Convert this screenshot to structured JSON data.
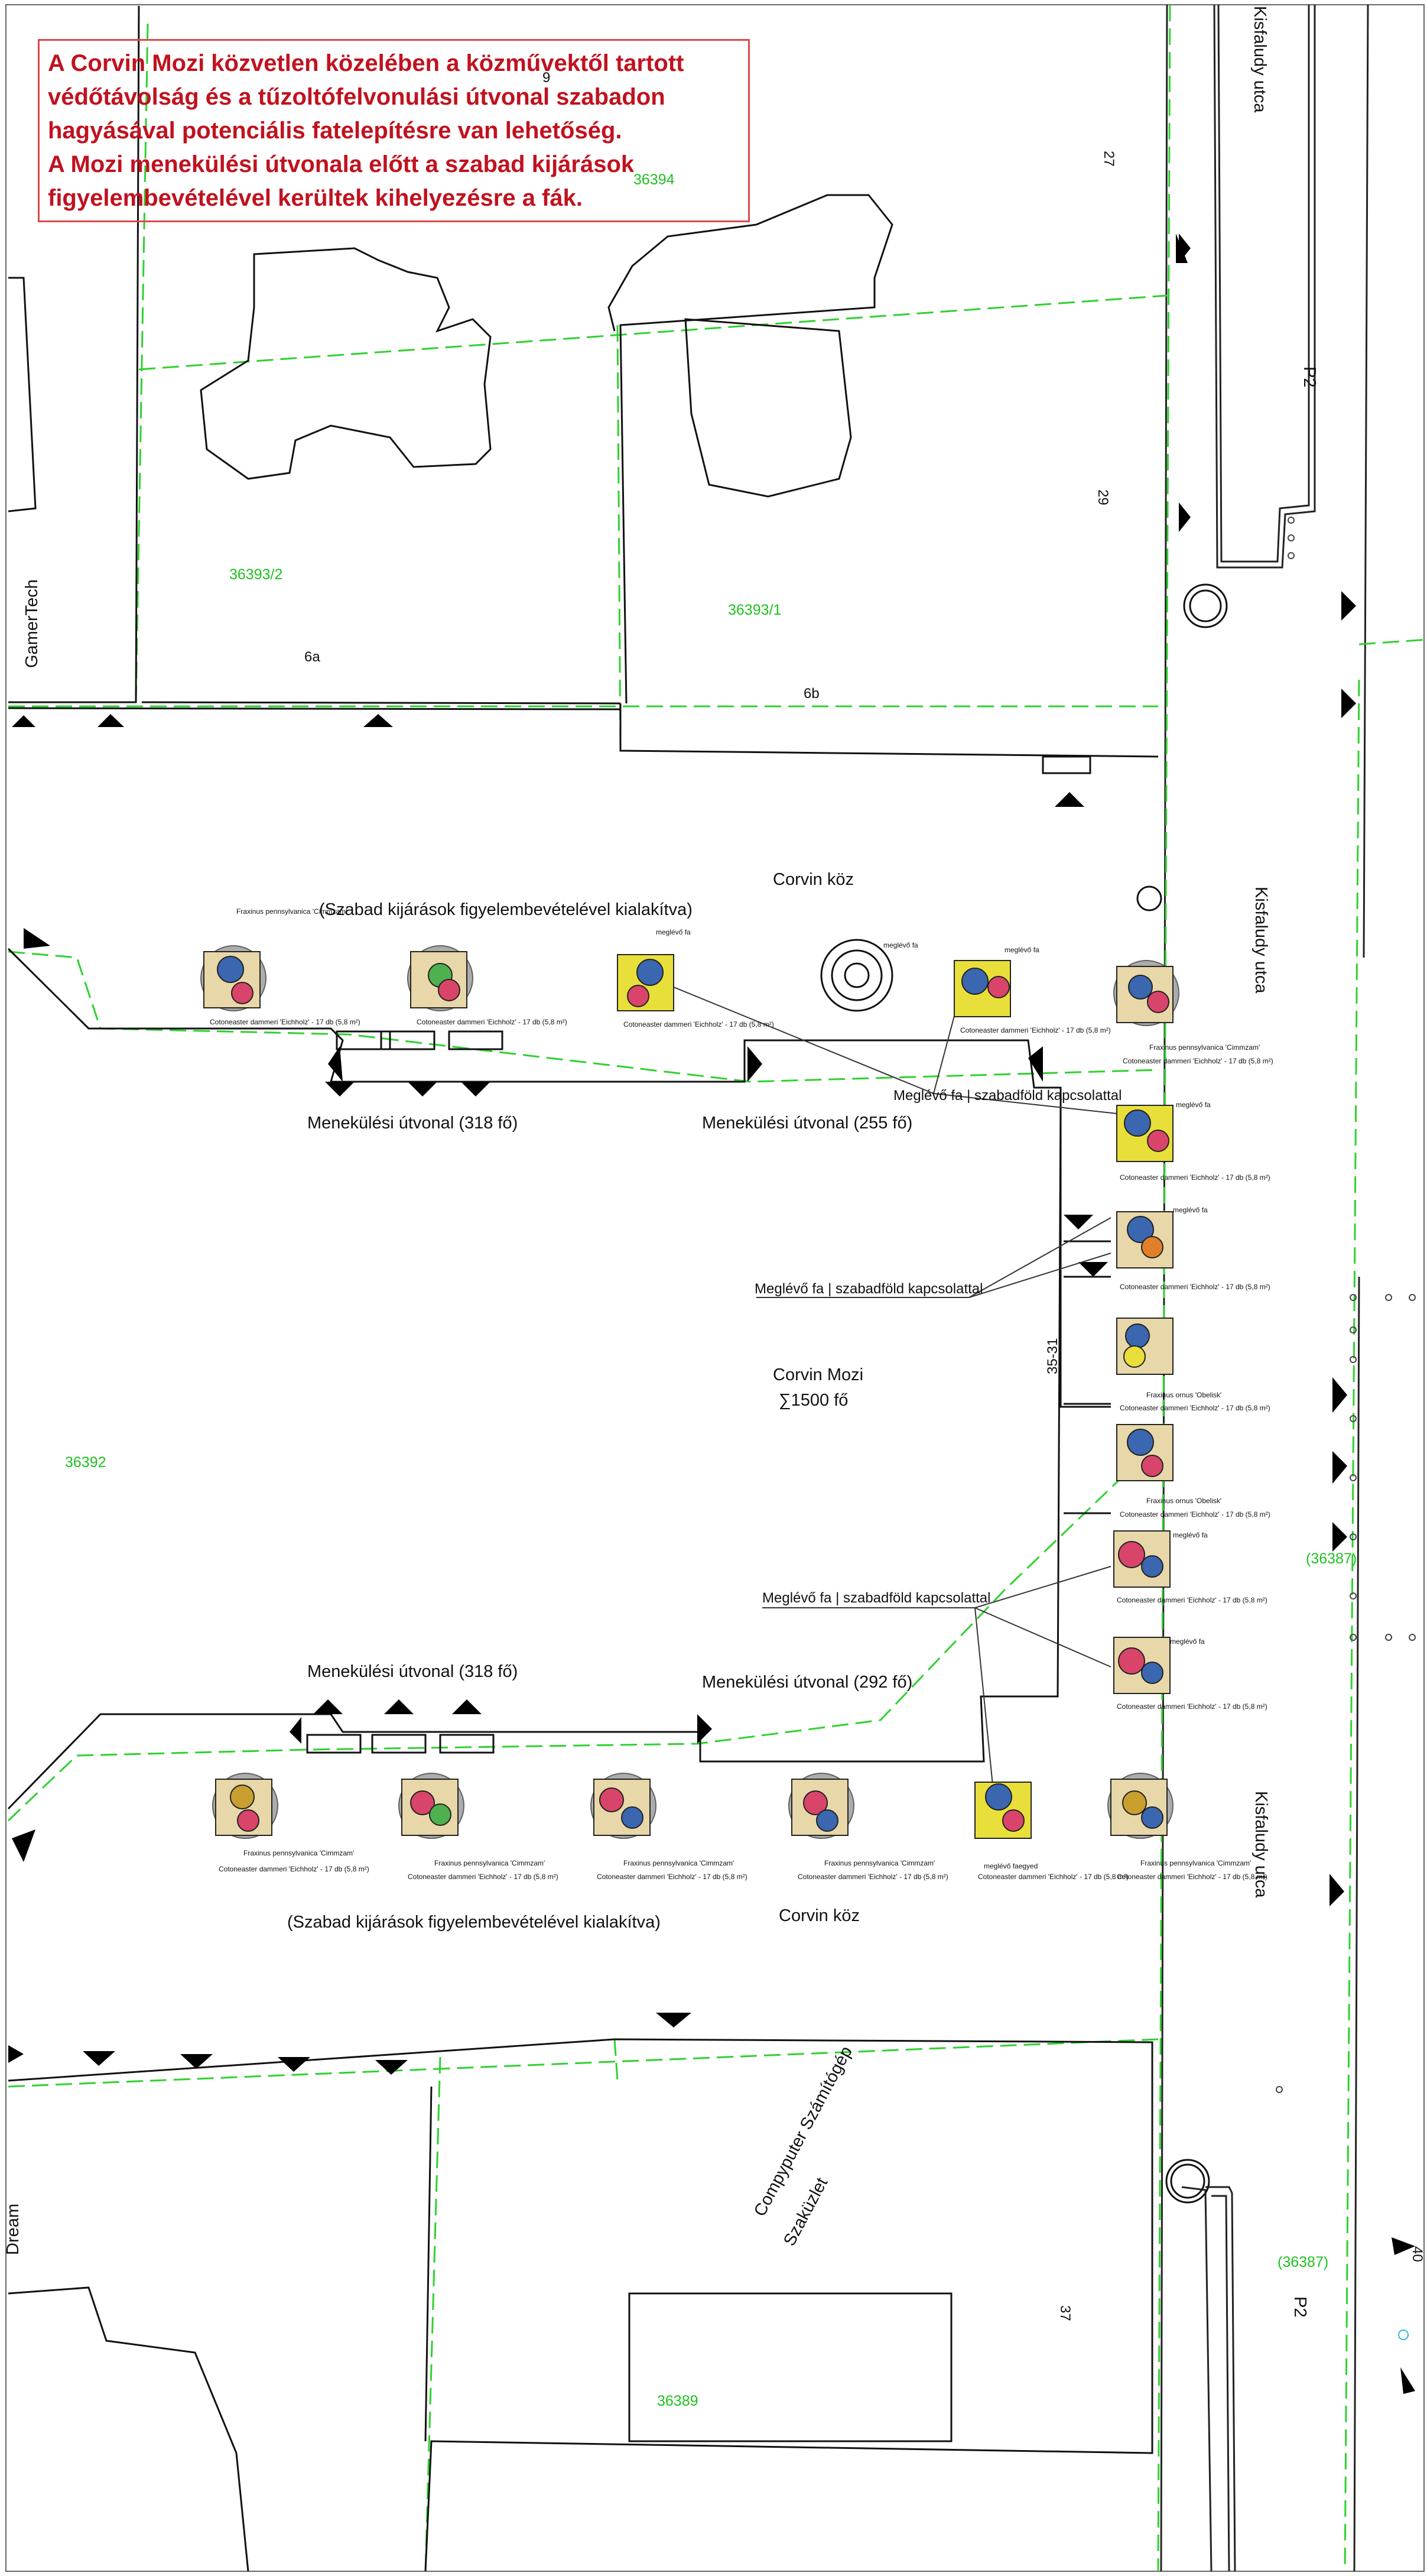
{
  "note": {
    "lines": [
      "A Corvin Mozi közvetlen közelében a közművektől tartott",
      "védőtávolság és a tűzoltófelvonulási útvonal szabadon",
      "hagyásával potenciális fatelepítésre van lehetőség.",
      "A Mozi menekülési útvonala előtt a szabad kijárások",
      "figyelembevételével kerültek kihelyezésre a fák."
    ]
  },
  "streets": {
    "kisfaludy": "Kisfaludy utca",
    "corvin_koz": "Corvin köz",
    "p2": "P2"
  },
  "buildings": {
    "cinema": "Corvin Mozi",
    "capacity": "∑1500 fő",
    "gamertech": "GamerTech",
    "compyputer_1": "Compyputer Számítógép",
    "compyputer_2": "Szaküzlet",
    "dream_partial": "Dream"
  },
  "house_numbers": [
    "9",
    "27",
    "29",
    "6a",
    "6b",
    "35-31",
    "37",
    "40"
  ],
  "parcels": [
    "36394",
    "36393/2",
    "36393/1",
    "36392",
    "(36387)",
    "(36387)",
    "36389"
  ],
  "annotations": {
    "free_exits": "(Szabad kijárások figyelembevételével kialakítva)",
    "escape_318": "Menekülési útvonal (318 fő)",
    "escape_255": "Menekülési útvonal (255 fő)",
    "escape_292": "Menekülési útvonal (292 fő)",
    "existing_tree_link": "Meglévő fa | szabadföld kapcsolattal",
    "existing_tree": "meglévő fa",
    "existing_tree_short": "meglévő fa",
    "existing_tree_fasgyed": "meglévő faegyed"
  },
  "plants": {
    "cotoneaster": "Cotoneaster dammeri 'Eichholz' - 17 db (5,8 m²)",
    "fraxinus": "Fraxinus pennsylvanica 'Cimmzam'",
    "fraxinus_ornus": "Fraxinus ornus 'Obelisk'"
  },
  "colors": {
    "note_text": "#c1121f",
    "note_border": "#d94a4a",
    "parcel_text": "#1fc21f",
    "parcel_line": "#2fd12f",
    "line": "#111111"
  }
}
